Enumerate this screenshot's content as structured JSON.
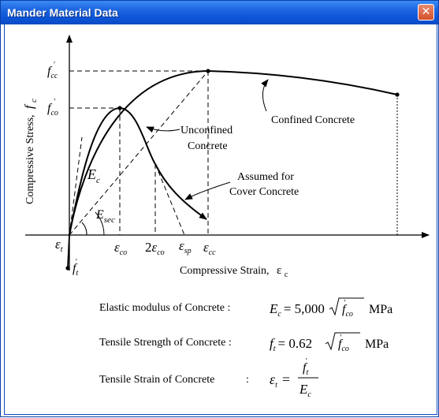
{
  "window": {
    "title": "Mander Material Data",
    "close_glyph": "✕"
  },
  "diagram": {
    "y_axis_title": "Compressive Stress,",
    "y_axis_symbol": "f",
    "y_axis_symbol_sub": "c",
    "x_axis_title": "Compressive Strain,",
    "x_axis_symbol": "ε",
    "x_axis_symbol_sub": "c",
    "fcc_label": "f",
    "fcc_sub": "cc",
    "fco_label": "f",
    "fco_sub": "co",
    "ft_label": "f",
    "ft_sub": "t",
    "prime": "'",
    "eps_t": "ε",
    "eps_t_sub": "t",
    "eps_co": "ε",
    "eps_co_sub": "co",
    "two_eps_co_coef": "2",
    "eps_sp": "ε",
    "eps_sp_sub": "sp",
    "eps_cc": "ε",
    "eps_cc_sub": "cc",
    "Ec_label": "E",
    "Ec_sub": "c",
    "Esec_label": "E",
    "Esec_sub": "sec",
    "unconfined_line1": "Unconfined",
    "unconfined_line2": "Concrete",
    "confined_label": "Confined Concrete",
    "cover_line1": "Assumed for",
    "cover_line2": "Cover Concrete"
  },
  "formulas": {
    "elastic_label": "Elastic modulus of Concrete :",
    "elastic_lhs": "E",
    "elastic_lhs_sub": "c",
    "elastic_coef": "= 5,000",
    "elastic_unit": "MPa",
    "tensile_strength_label": "Tensile Strength of Concrete :",
    "tensile_strength_lhs": "f",
    "tensile_strength_lhs_sub": "t",
    "tensile_strength_coef": "= 0.62",
    "tensile_strength_unit": "MPa",
    "tensile_strain_label": "Tensile Strain of Concrete",
    "tensile_strain_colon": ":",
    "tensile_strain_lhs": "ε",
    "tensile_strain_lhs_sub": "t",
    "tensile_strain_eq": "=",
    "num_f": "f",
    "num_sub": "t",
    "den_E": "E",
    "den_sub": "c",
    "root_f": "f",
    "root_sub": "co"
  }
}
